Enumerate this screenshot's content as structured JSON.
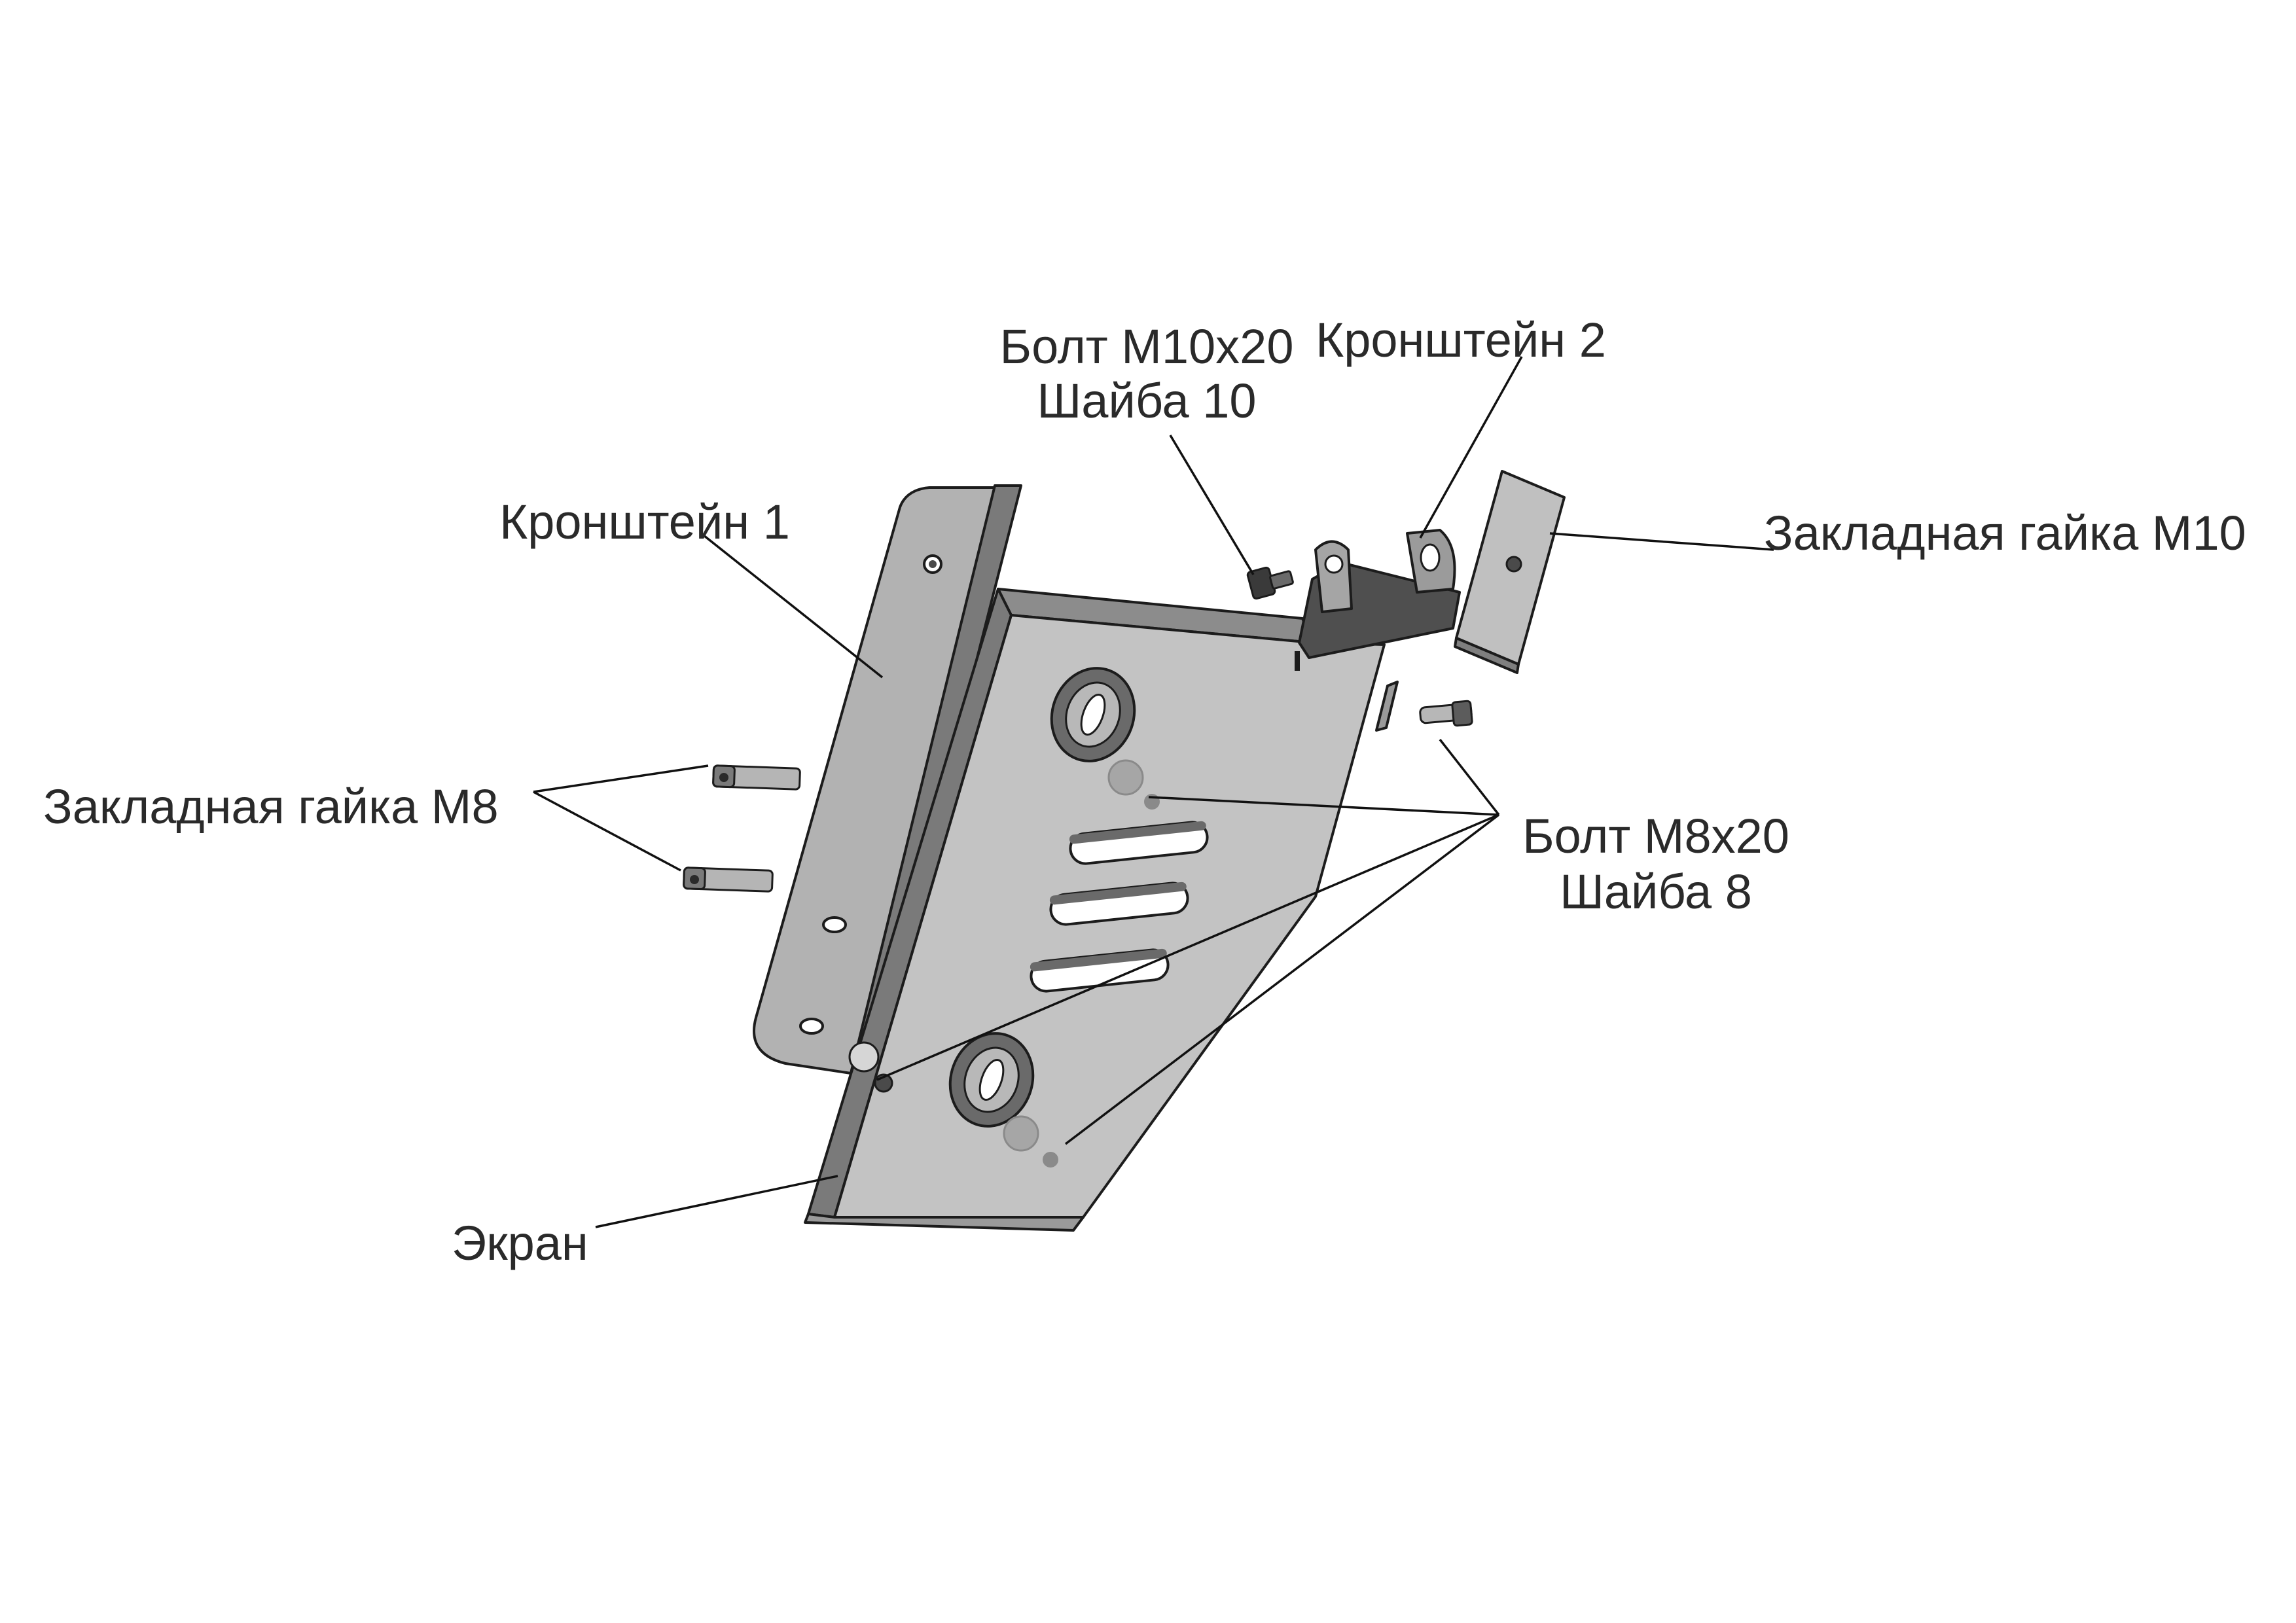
{
  "colors": {
    "background": "#ffffff",
    "metal_light": "#c9c9c9",
    "metal_mid": "#a9a9a9",
    "metal_dark": "#6e6e6e",
    "metal_darker": "#4a4a4a",
    "outline": "#1c1c1c",
    "text": "#2a2a2a"
  },
  "labels": {
    "bolt_m10": {
      "line1": "Болт М10х20",
      "line2": "Шайба 10"
    },
    "bracket2": "Кронштейн 2",
    "bracket1": "Кронштейн 1",
    "insert_nut_m10": "Закладная гайка М10",
    "insert_nut_m8": "Закладная гайка М8",
    "bolt_m8": {
      "line1": "Болт М8х20",
      "line2": "Шайба 8"
    },
    "screen": "Экран"
  }
}
